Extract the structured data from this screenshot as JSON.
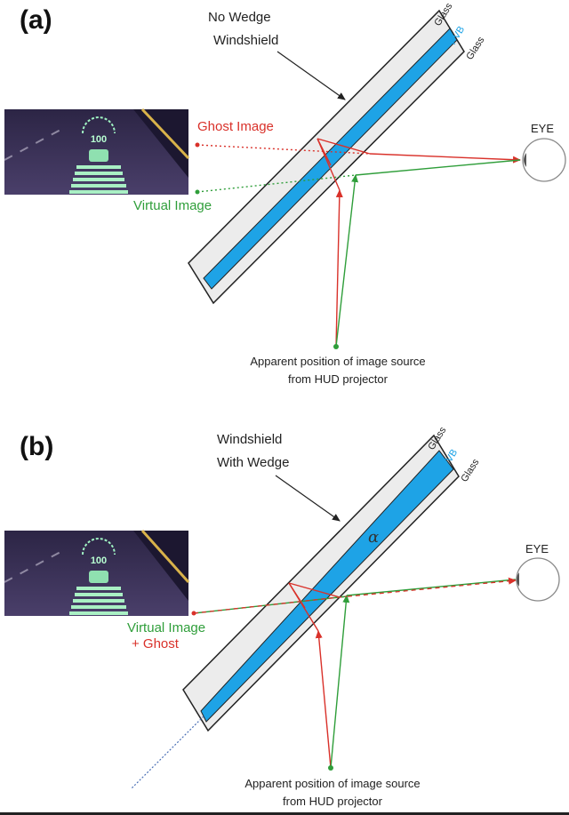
{
  "panel_a": {
    "tag": "(a)",
    "windshield_label_line1": "No Wedge",
    "windshield_label_line2": "Windshield",
    "layer_glass_outer": "Glass",
    "layer_pvb": "PVB",
    "layer_glass_inner": "Glass",
    "ghost_label": "Ghost Image",
    "virtual_label": "Virtual Image",
    "eye_label": "EYE",
    "source_label_line1": "Apparent position of image source",
    "source_label_line2": "from HUD projector",
    "hud_speed": "100"
  },
  "panel_b": {
    "tag": "(b)",
    "windshield_label_line1": "Windshield",
    "windshield_label_line2": "With Wedge",
    "layer_glass_outer": "Glass",
    "layer_pvb": "PVB",
    "layer_glass_inner": "Glass",
    "virtual_label_line1": "Virtual Image",
    "virtual_label_line2": "+ Ghost",
    "wedge_angle_symbol": "α",
    "eye_label": "EYE",
    "source_label_line1": "Apparent position of image source",
    "source_label_line2": "from HUD projector",
    "hud_speed": "100"
  },
  "colors": {
    "ghost_ray": "#d9312a",
    "virtual_ray": "#2f9e3a",
    "pvb": "#1ea3e6",
    "glass": "#ececec",
    "text": "#222222",
    "road": "#3b3257"
  }
}
